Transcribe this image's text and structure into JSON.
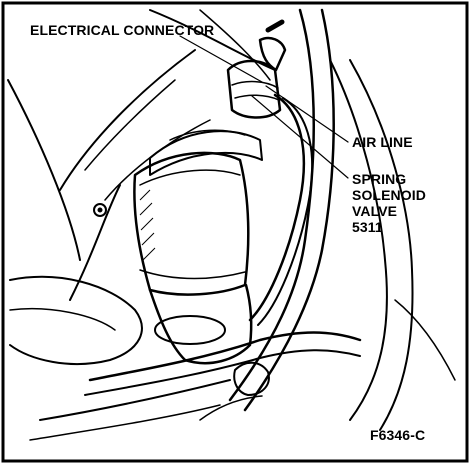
{
  "callouts": {
    "electrical_connector": "ELECTRICAL CONNECTOR",
    "air_line": "AIR LINE",
    "spring_solenoid_line1": "SPRING",
    "spring_solenoid_line2": "SOLENOID",
    "spring_solenoid_line3": "VALVE",
    "spring_solenoid_line4": "5311"
  },
  "figure_id": "F6346-C",
  "colors": {
    "ink": "#000000",
    "paper": "#ffffff"
  }
}
